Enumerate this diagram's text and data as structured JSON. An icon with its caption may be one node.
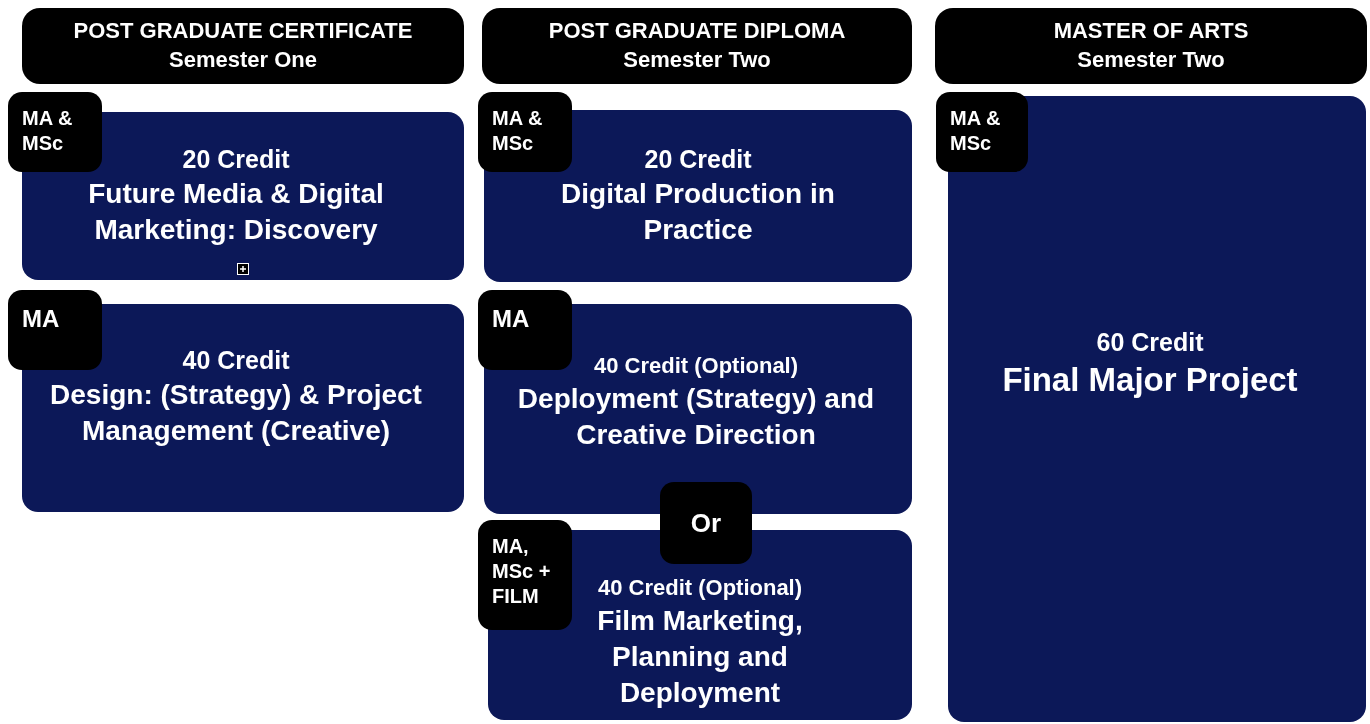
{
  "diagram": {
    "nodes": [
      {
        "text": [
          "POST GRADUATE CERTIFICATE",
          "Semester One"
        ]
      },
      {
        "text": [
          "POST GRADUATE DIPLOMA",
          "Semester Two"
        ]
      },
      {
        "text": [
          "MASTER OF ARTS",
          "Semester Two"
        ]
      },
      {
        "text": [
          "MA & MSc"
        ]
      },
      {
        "text": [
          "20 Credit",
          "Future Media & Digital Marketing: Discovery"
        ]
      },
      {
        "text": [
          "MA & MSc"
        ]
      },
      {
        "text": [
          "20 Credit",
          "Digital Production in Practice"
        ]
      },
      {
        "text": [
          "MA & MSc"
        ]
      },
      {
        "text": [
          "60 Credit",
          "Final Major Project"
        ]
      },
      {
        "text": [
          "MA"
        ]
      },
      {
        "text": [
          "40 Credit",
          "Design: (Strategy) & Project Management (Creative)"
        ]
      },
      {
        "text": [
          "MA"
        ]
      },
      {
        "text": [
          "40 Credit (Optional)",
          "Deployment (Strategy) and Creative Direction"
        ]
      },
      {
        "text": [
          "Or"
        ]
      },
      {
        "text": [
          "MA, MSc + FILM"
        ]
      },
      {
        "text": [
          "40 Credit (Optional)",
          "Film Marketing, Planning and Deployment"
        ]
      }
    ]
  }
}
